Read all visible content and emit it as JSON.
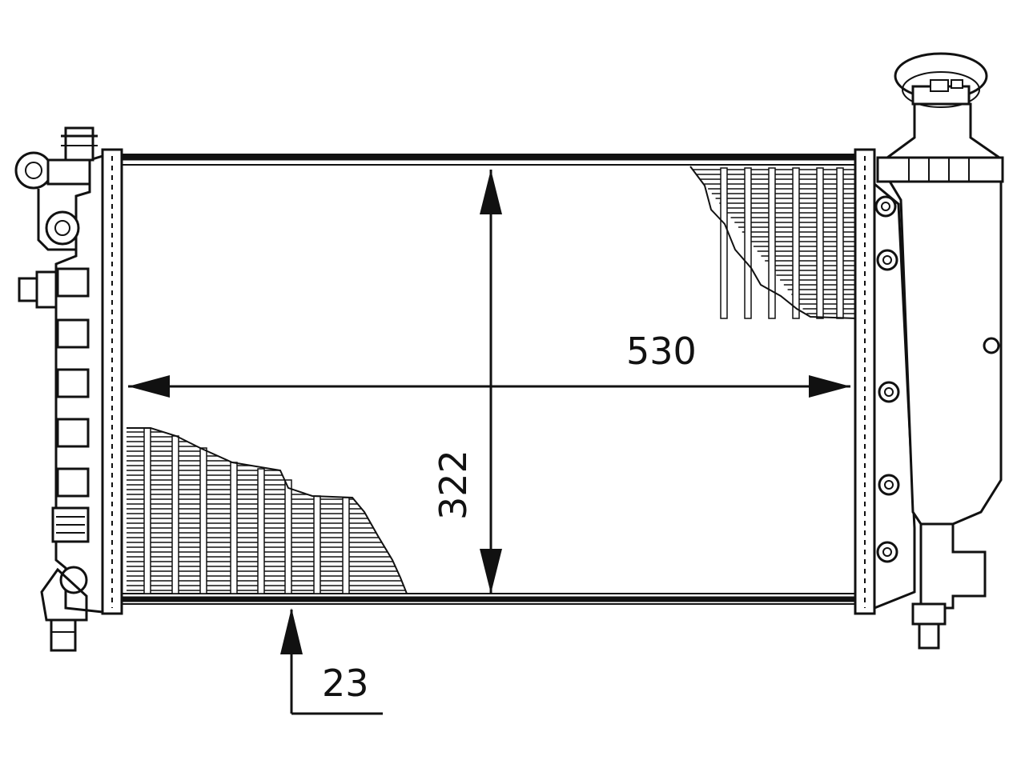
{
  "dimensions": {
    "width_label": "530",
    "height_label": "322",
    "depth_label": "23"
  },
  "colors": {
    "ink": "#111111",
    "paper": "#ffffff"
  }
}
